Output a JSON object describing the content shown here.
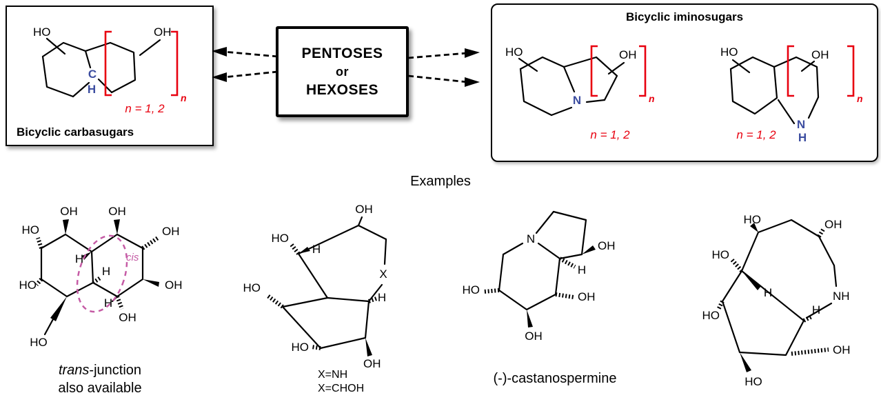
{
  "colors": {
    "red": "#e8000f",
    "blue": "#3c4da0",
    "pink": "#c55ba5"
  },
  "carb": {
    "caption": "Bicyclic carbasugars",
    "ho": "HO",
    "oh": "OH",
    "c": "C",
    "h": "H",
    "neq": "n = 1, 2",
    "nsub": "n"
  },
  "center": {
    "line1": "PENTOSES",
    "line2": "or",
    "line3": "HEXOSES"
  },
  "imino": {
    "title": "Bicyclic iminosugars",
    "s1": {
      "ho": "HO",
      "oh": "OH",
      "n": "N",
      "neq": "n = 1, 2",
      "nsub": "n"
    },
    "s2": {
      "ho": "HO",
      "oh": "OH",
      "n": "N",
      "h": "H",
      "neq": "n = 1, 2",
      "nsub": "n"
    }
  },
  "examples": {
    "heading": "Examples"
  },
  "ex1": {
    "oh_tl": "OH",
    "oh_tr": "OH",
    "ho_l1": "HO",
    "oh_r1": "OH",
    "ho_l2": "HO",
    "oh_r2": "OH",
    "h1": "H",
    "h2": "H",
    "h3": "H",
    "oh_b": "OH",
    "ho_b": "HO",
    "cis": "cis",
    "cap1a": "trans",
    "cap1b": "-junction",
    "cap2": "also available"
  },
  "ex2": {
    "oh_t": "OH",
    "ho_1": "HO",
    "h1": "H",
    "ho_2": "HO",
    "x": "X",
    "h2": "H",
    "ho_3": "HO",
    "oh_b": "OH",
    "def1": "X=NH",
    "def2": "X=CHOH"
  },
  "ex3": {
    "n": "N",
    "oh_1": "OH",
    "h1": "H",
    "ho_1": "HO",
    "oh_2": "OH",
    "oh_3": "OH",
    "caption": "(-)-castanospermine"
  },
  "ex4": {
    "ho_t": "HO",
    "oh_t": "OH",
    "ho_ul": "HO",
    "nh": "NH",
    "h1": "H",
    "h2": "H",
    "ho_l": "HO",
    "oh_br": "OH",
    "ho_b": "HO"
  }
}
